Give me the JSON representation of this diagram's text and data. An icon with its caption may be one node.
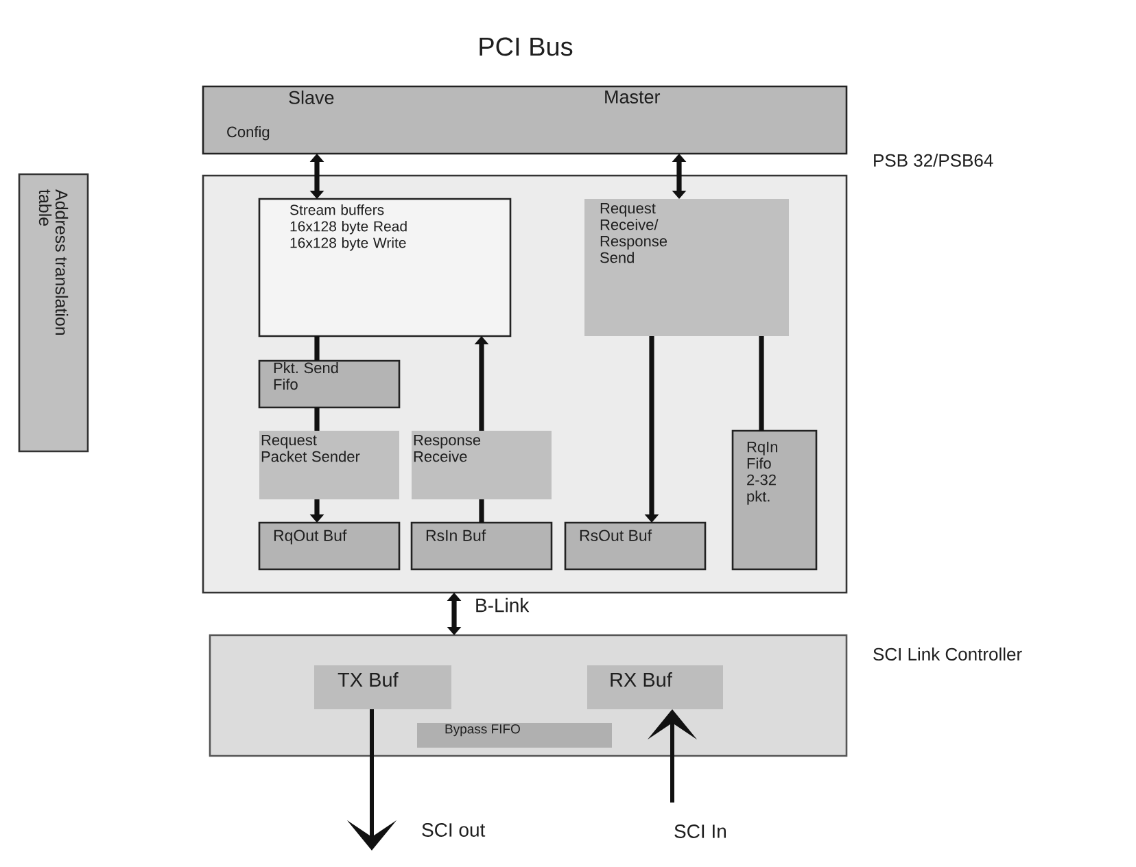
{
  "diagram": {
    "title": "PCI Bus",
    "nodes": [
      {
        "text": [
          "Slave",
          "Master",
          "Config"
        ]
      },
      {
        "text": [],
        "shape": "box",
        "beside": [
          "PSB 32/PSB64"
        ]
      },
      {
        "text": [
          "Stream buffers 16x128 byte Read 16x128 byte Write"
        ],
        "in": 1
      },
      {
        "text": [
          "Request Receive/ Response Send"
        ],
        "in": 1
      },
      {
        "text": [
          "Pkt. Send Fifo"
        ],
        "in": 1
      },
      {
        "text": [
          "Request Packet Sender"
        ],
        "in": 1
      },
      {
        "text": [
          "Response Receive"
        ],
        "in": 1
      },
      {
        "text": [
          "RqOut Buf"
        ],
        "in": 1
      },
      {
        "text": [
          "RsIn Buf"
        ],
        "in": 1
      },
      {
        "text": [
          "RsOut Buf"
        ],
        "in": 1
      },
      {
        "text": [
          "RqIn Fifo 2-32 pkt."
        ],
        "in": 1
      },
      {
        "text": [],
        "shape": "box",
        "beside": [
          "SCI Link Controller"
        ]
      },
      {
        "text": [
          "TX Buf"
        ],
        "in": 11
      },
      {
        "text": [
          "RX Buf"
        ],
        "in": 11
      },
      {
        "text": [
          "Bypass FIFO"
        ],
        "in": 11
      },
      {
        "text": [
          "Address translation table"
        ]
      }
    ],
    "edges": [
      {
        "from": 0,
        "to": 2,
        "arrow": "both"
      },
      {
        "from": 0,
        "to": 3,
        "arrow": "both"
      },
      {
        "from": 2,
        "to": 4,
        "arrow": "none"
      },
      {
        "from": 4,
        "to": 5,
        "arrow": "none"
      },
      {
        "from": 5,
        "to": 7,
        "arrow": "to"
      },
      {
        "from": 6,
        "to": 2,
        "arrow": "to"
      },
      {
        "from": 8,
        "to": 6,
        "arrow": "none"
      },
      {
        "from": 3,
        "to": 9,
        "arrow": "to"
      },
      {
        "from": 3,
        "to": 10,
        "arrow": "none"
      },
      {
        "from": 1,
        "to": 11,
        "arrow": "both",
        "label": "B-Link"
      },
      {
        "from": 12,
        "to": null,
        "arrow": "to",
        "label": "SCI out"
      },
      {
        "from": null,
        "to": 13,
        "arrow": "to",
        "label": "SCI In"
      }
    ]
  }
}
